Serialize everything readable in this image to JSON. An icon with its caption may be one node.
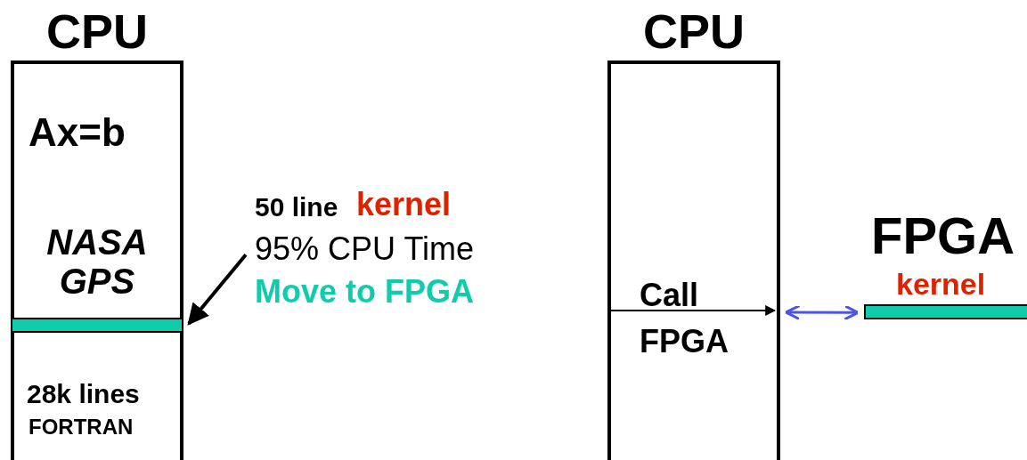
{
  "diagram": {
    "nodes": [
      {
        "text": [
          "CPU",
          "Ax=b",
          "NASA GPS",
          "28k lines",
          "FORTRAN"
        ]
      },
      {
        "text": [],
        "shape": "bar",
        "in": 0
      },
      {
        "text": [
          "50 line",
          "kernel",
          "95% CPU Time",
          "Move to FPGA"
        ]
      },
      {
        "text": [
          "CPU",
          "Call FPGA"
        ]
      },
      {
        "text": [],
        "shape": "bar",
        "beside": [
          "kernel"
        ]
      }
    ],
    "edges": [
      {
        "from": 2,
        "to": 1,
        "arrow": "to"
      },
      {
        "from": 3,
        "to": 4,
        "arrow": "both",
        "color": "#4a55e0"
      }
    ],
    "labels": [
      "FPGA"
    ]
  }
}
